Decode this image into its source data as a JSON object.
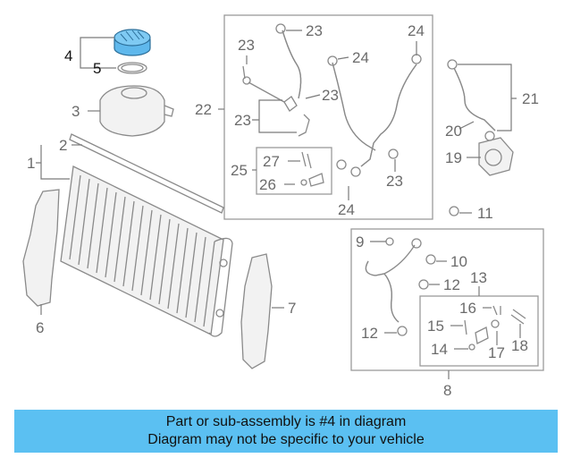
{
  "callouts": {
    "c1": "1",
    "c2": "2",
    "c3": "3",
    "c4": "4",
    "c5": "5",
    "c6": "6",
    "c7": "7",
    "c8": "8",
    "c9": "9",
    "c10": "10",
    "c11": "11",
    "c12a": "12",
    "c12b": "12",
    "c13": "13",
    "c14": "14",
    "c15": "15",
    "c16": "16",
    "c17": "17",
    "c18": "18",
    "c19": "19",
    "c20": "20",
    "c21": "21",
    "c22": "22",
    "c23a": "23",
    "c23b": "23",
    "c23c": "23",
    "c23d": "23",
    "c23e": "23",
    "c24a": "24",
    "c24b": "24",
    "c24c": "24",
    "c25": "25",
    "c26": "26",
    "c27": "27"
  },
  "highlight_color": "#5fb8ec",
  "banner": {
    "line1": "Part or sub-assembly is #4 in diagram",
    "line2": "Diagram may not be specific to your vehicle",
    "color": "#5bc0f2"
  }
}
